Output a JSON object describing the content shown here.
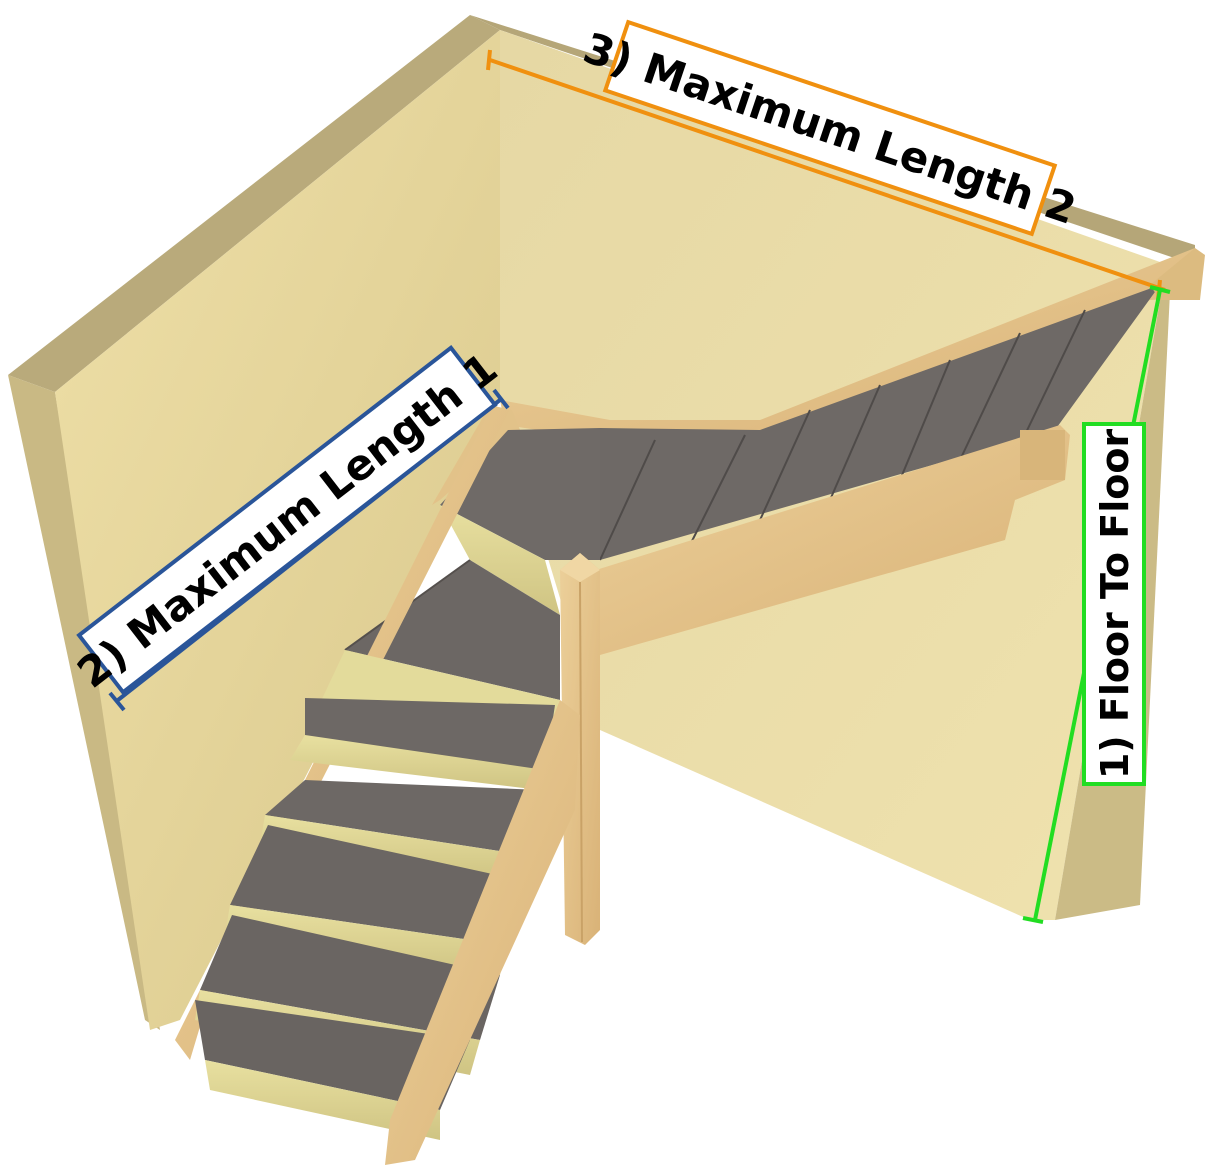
{
  "labels": {
    "floor_to_floor": "1) Floor To Floor",
    "max_length_1": "2) Maximum Length 1",
    "max_length_2": "3) Maximum Length 2"
  },
  "colors": {
    "floor_to_floor": "#22dd22",
    "max_length_1": "#2a5599",
    "max_length_2": "#f0900f",
    "wall_face": "#e8d79c",
    "wall_top": "#b8a97a",
    "wood": "#e6c58a",
    "tread": "#6f6a67"
  }
}
